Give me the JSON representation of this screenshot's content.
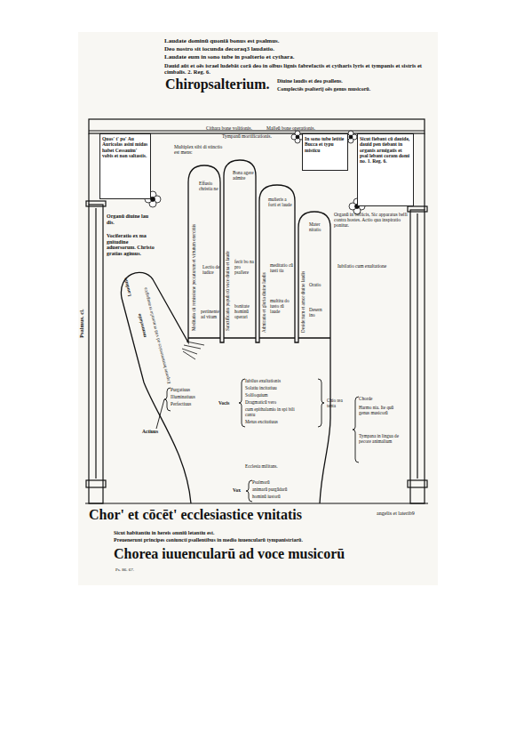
{
  "diagram": {
    "title": "Chiropsalterium.",
    "nodes": [
      {
        "text": [
          "Quos' t' po' Au Auricolas asini midas habet Cessauim' vobis et non saltastis."
        ]
      },
      {
        "text": [
          "In sono tube letitie Bucca et typu misticu"
        ]
      },
      {
        "text": [
          "Sicut fiebant cū dauide, dauid pen tiebant in organis armigatis et psal lebant coram domi no. 1. Reg. 6."
        ]
      }
    ],
    "labels": [
      "Laudate dominū quoniā bonus est psalmus.",
      "Deo nostro sit iocunda decoraq3 laudatio.",
      "Laudate eum in sono tube in psalterio et cythara.",
      "Dauid aūt et oēs israel ludebāt corā deo in oībus lignis fabrefactis et cytharis lyris et tympanis et sistris et cimbalis. 2. Reg. 6.",
      "Diuine laudis et deo psallens.",
      "Complectēs psalterij oēs genus musicorū.",
      "Cithara bone volitionis.",
      "Malleū bone operationis.",
      "Tympanū mortificationis.",
      "Multiplex sibi di stinctio est mens:",
      "Organū diuine lau dis.",
      "Vociferatio ex ma gnitudine aduersorum. Christo gratias agimus.",
      "Organū in bellicis, Sic apparatus belli contra hostes. Actio qua inspiratio ponitur.",
      "Iubilatio cum exultatione",
      "Effusio christia ne",
      "Meditatio cū remissione peccatorum et virtutum exercitiis",
      "Lectio de iudice",
      "pertinente ad vitam",
      "Bona agere admire",
      "Sanctificatio populi cū voce diuina et laude",
      "fecit bo na pro psallere",
      "bonitate hominū operari",
      "mulieris a forti et laude",
      "Admiratio et gloria diuine laudis",
      "meditatio cū iusti tia",
      "multitu do iusto rū laude",
      "Mater nitatio",
      "Desiderium et amor diuine laudis",
      "Oratio",
      "Desern ino",
      "Laudatio",
      "memoriatio",
      "Exponte hermeneutice ad vitā et moralia et anagogica",
      "Purgatiuus",
      "Illuminatiuus",
      "Perfectiuus",
      "Actiuus",
      "Vocis",
      "Iubilus exultationis",
      "Solatiu incitatiuu",
      "Soliloquium",
      "Dragmaticū vero",
      "cum epithalamio in spi bili cantu",
      "Metus excitatiuus",
      "Chio rea tenta",
      "Chorde",
      "Harmo nia. Ite quū genus musicorū",
      "Tympana in lingua de pecore animalium",
      "Ecclesia militans.",
      "Vox",
      "Psalmorū",
      "animarū purgādarū",
      "hominū iustorū",
      "Psalmus. cl.",
      "Chor' et cōcēt' ecclesiastice vnitatis",
      "angelis et laterib9",
      "Sicut habitantiu in hereis omniū letantiu est.",
      "Preuenerunt principes coniuncti psallentibus in medio iuuencularū tympanistriarū.",
      "Chorea iuuencularū ad voce musicorū",
      "Ps. 86. 67."
    ]
  }
}
